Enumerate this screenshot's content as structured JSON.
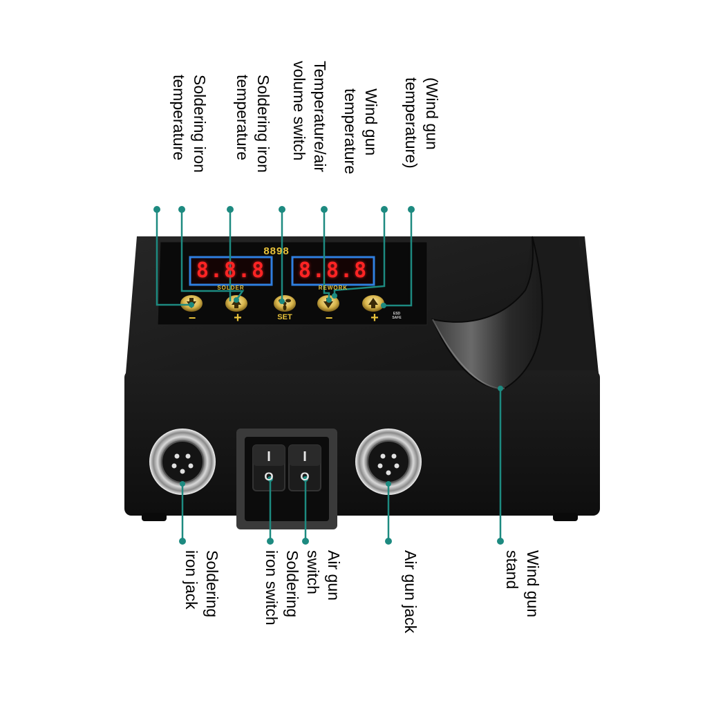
{
  "station": {
    "model": "8898",
    "solder_display": "8.8.8",
    "rework_display": "8.8.8",
    "solder_section_label": "SOLDER",
    "rework_section_label": "REWORK",
    "button_minus_label": "−",
    "button_plus_label": "+",
    "button_set_label": "SET",
    "esd_label_line1": "ESD",
    "esd_label_line2": "SAFE",
    "switch_on_mark": "I",
    "switch_off_mark": "O"
  },
  "callouts_top": [
    {
      "id": "soldering-iron-temperature-down",
      "lines": [
        "Soldering iron",
        "temperature"
      ]
    },
    {
      "id": "soldering-iron-temperature-up",
      "lines": [
        "Soldering iron",
        "temperature"
      ]
    },
    {
      "id": "temperature-air-volume-switch",
      "lines": [
        "Temperature/air",
        "volume switch"
      ]
    },
    {
      "id": "wind-gun-temperature-down",
      "lines": [
        "Wind gun",
        "temperature"
      ]
    },
    {
      "id": "wind-gun-temperature-up",
      "lines": [
        "(Wind gun",
        "temperature)"
      ]
    }
  ],
  "callouts_bottom": [
    {
      "id": "soldering-iron-jack",
      "lines": [
        "Soldering",
        "iron jack"
      ]
    },
    {
      "id": "power-switches",
      "lines": [
        "Air gun",
        "switch",
        "Soldering",
        "iron switch"
      ]
    },
    {
      "id": "air-gun-jack",
      "lines": [
        "Air gun jack"
      ]
    },
    {
      "id": "wind-gun-stand",
      "lines": [
        "Wind gun",
        "stand"
      ]
    }
  ],
  "colors": {
    "body": "#161616",
    "panel": "#0c0c0c",
    "display_frame": "#2f7fe0",
    "display_digits": "#ff2424",
    "label_yellow": "#e8c23a",
    "leader_line": "#1d8a80"
  }
}
